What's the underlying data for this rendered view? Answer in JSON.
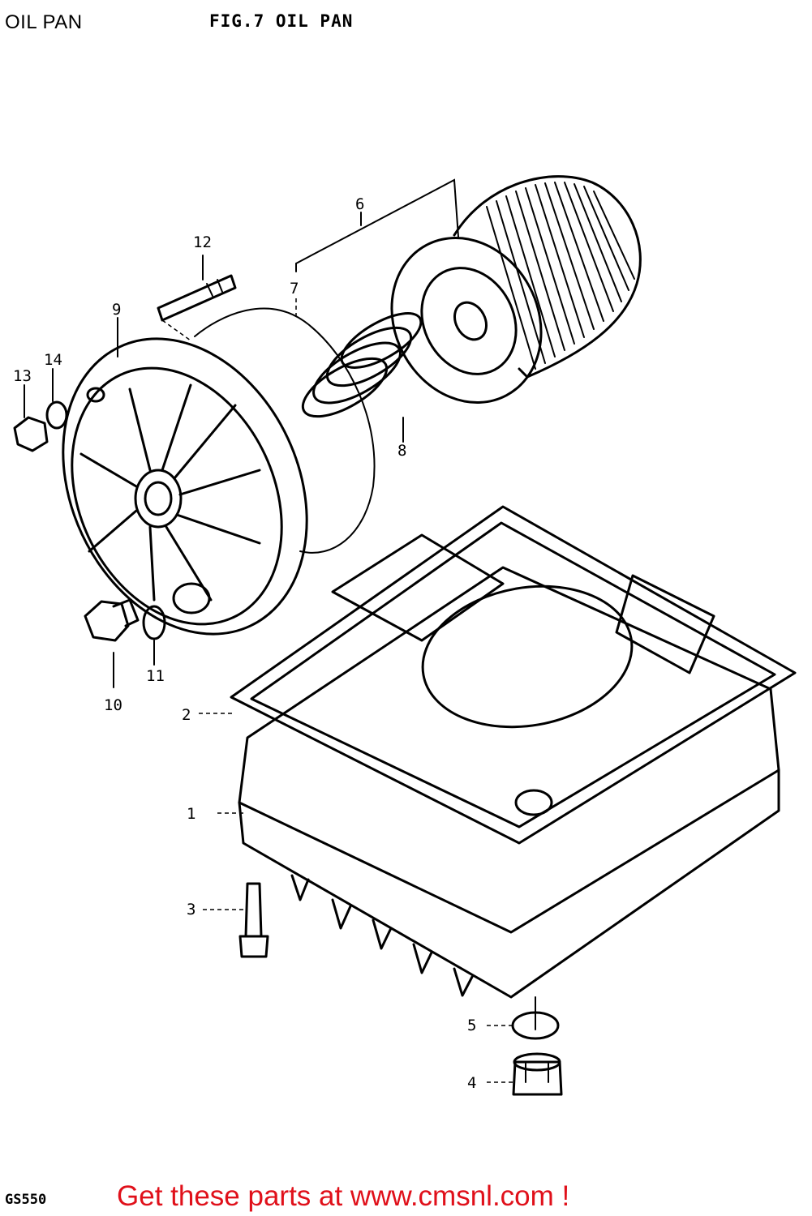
{
  "header": {
    "section_title": "OIL PAN",
    "figure_title": "FIG.7  OIL PAN"
  },
  "model_code": "GS550",
  "footer": {
    "cta_text": "Get these parts at www.cmsnl.com !"
  },
  "callouts": [
    "1",
    "2",
    "3",
    "4",
    "5",
    "6",
    "7",
    "8",
    "9",
    "10",
    "11",
    "12",
    "13",
    "14"
  ],
  "colors": {
    "footer_text": "#e0101a",
    "line_art": "#000000",
    "background": "#ffffff"
  }
}
